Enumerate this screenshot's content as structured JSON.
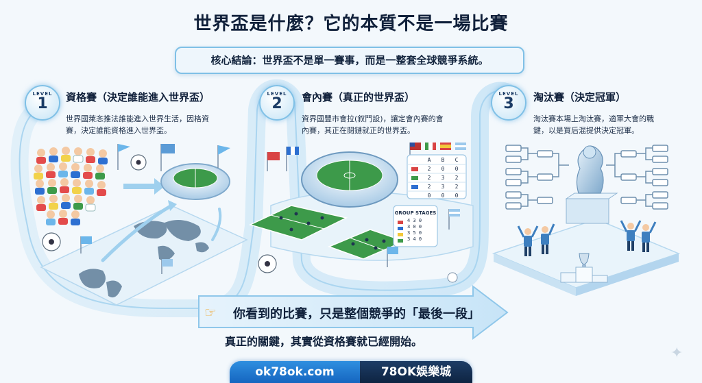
{
  "title": "世界盃是什麼？它的本質不是一場比賽",
  "core_conclusion": "核心結論：世界盃不是單一賽事，而是一整套全球競爭系統。",
  "levels": [
    {
      "level_word": "LEVEL",
      "number": "1",
      "title": "資格賽（決定誰能進入世界盃）",
      "desc_line1": "世界國萊忞推法誰能進入世界生活，因格資",
      "desc_line2": "賽，決定誰能資格進入世界盃。"
    },
    {
      "level_word": "LEVEL",
      "number": "2",
      "title": "會內賽（真正的世界盃）",
      "desc_line1": "資界國豐市會拉(叙鬥設)，讓定會內賽的會",
      "desc_line2": "內賽，其正在鬪鏈就正的世界盃。"
    },
    {
      "level_word": "LEVEL",
      "number": "3",
      "title": "淘汰賽（決定冠軍）",
      "desc_line1": "淘汰賽本場上淘汰賽，適軍大會的戰",
      "desc_line2": "鍵，以是買后混提供決定冠軍。"
    }
  ],
  "group_table": {
    "headers": [
      "A",
      "B",
      "C"
    ],
    "rows": [
      [
        "2",
        "0",
        "0"
      ],
      [
        "2",
        "3",
        "2"
      ],
      [
        "2",
        "3",
        "2"
      ],
      [
        "0",
        "0",
        "0"
      ]
    ]
  },
  "group_stages": {
    "label": "GROUP STAGES",
    "rows": [
      "4 3 0",
      "3 0 0",
      "3 5 0",
      "3 4 0"
    ]
  },
  "arrow_message": "你看到的比賽，只是整個競爭的「最後一段」",
  "sub_message": "真正的關鍵，其實從資格賽就已經開始。",
  "footer": {
    "domain": "ok78ok.com",
    "brand": "78OK娛樂城"
  },
  "colors": {
    "accent": "#7fc0e6",
    "footer_blue": "#1565c0",
    "footer_navy": "#0e2442",
    "pitch_green": "#3d9a4a",
    "hand": "#f0a52a"
  },
  "icons": [
    "pointing-hand-icon",
    "soccer-ball-icon",
    "trophy-icon",
    "stadium-icon",
    "world-map-icon",
    "flag-icon",
    "sparkle-icon"
  ]
}
